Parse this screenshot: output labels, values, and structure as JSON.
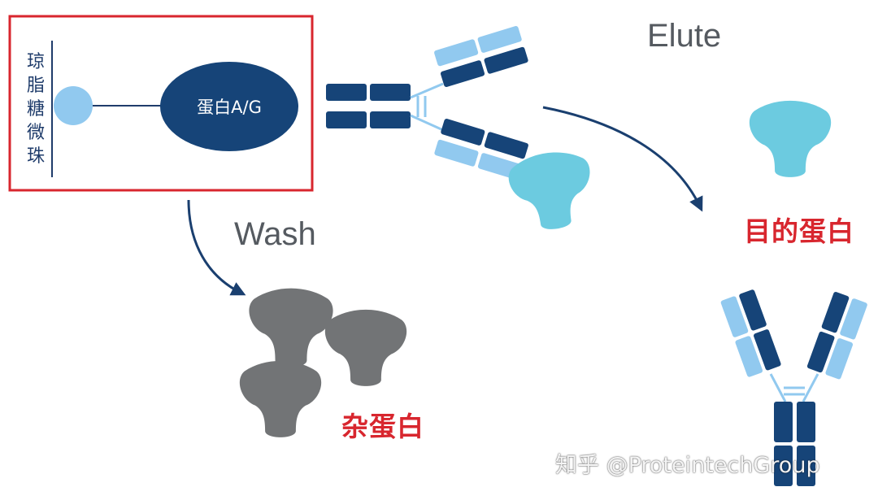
{
  "labels": {
    "bead": "琼脂糖微珠",
    "protein_ag": "蛋白A/G",
    "wash": "Wash",
    "elute": "Elute",
    "target_protein": "目的蛋白",
    "impurity_protein": "杂蛋白"
  },
  "watermark": "知乎 @ProteintechGroup",
  "colors": {
    "frame_red": "#d8262e",
    "navy": "#164478",
    "light_blue": "#91c9ef",
    "cyan_protein": "#6ccbe0",
    "gray_protein": "#727476",
    "label_red": "#d8262e"
  }
}
